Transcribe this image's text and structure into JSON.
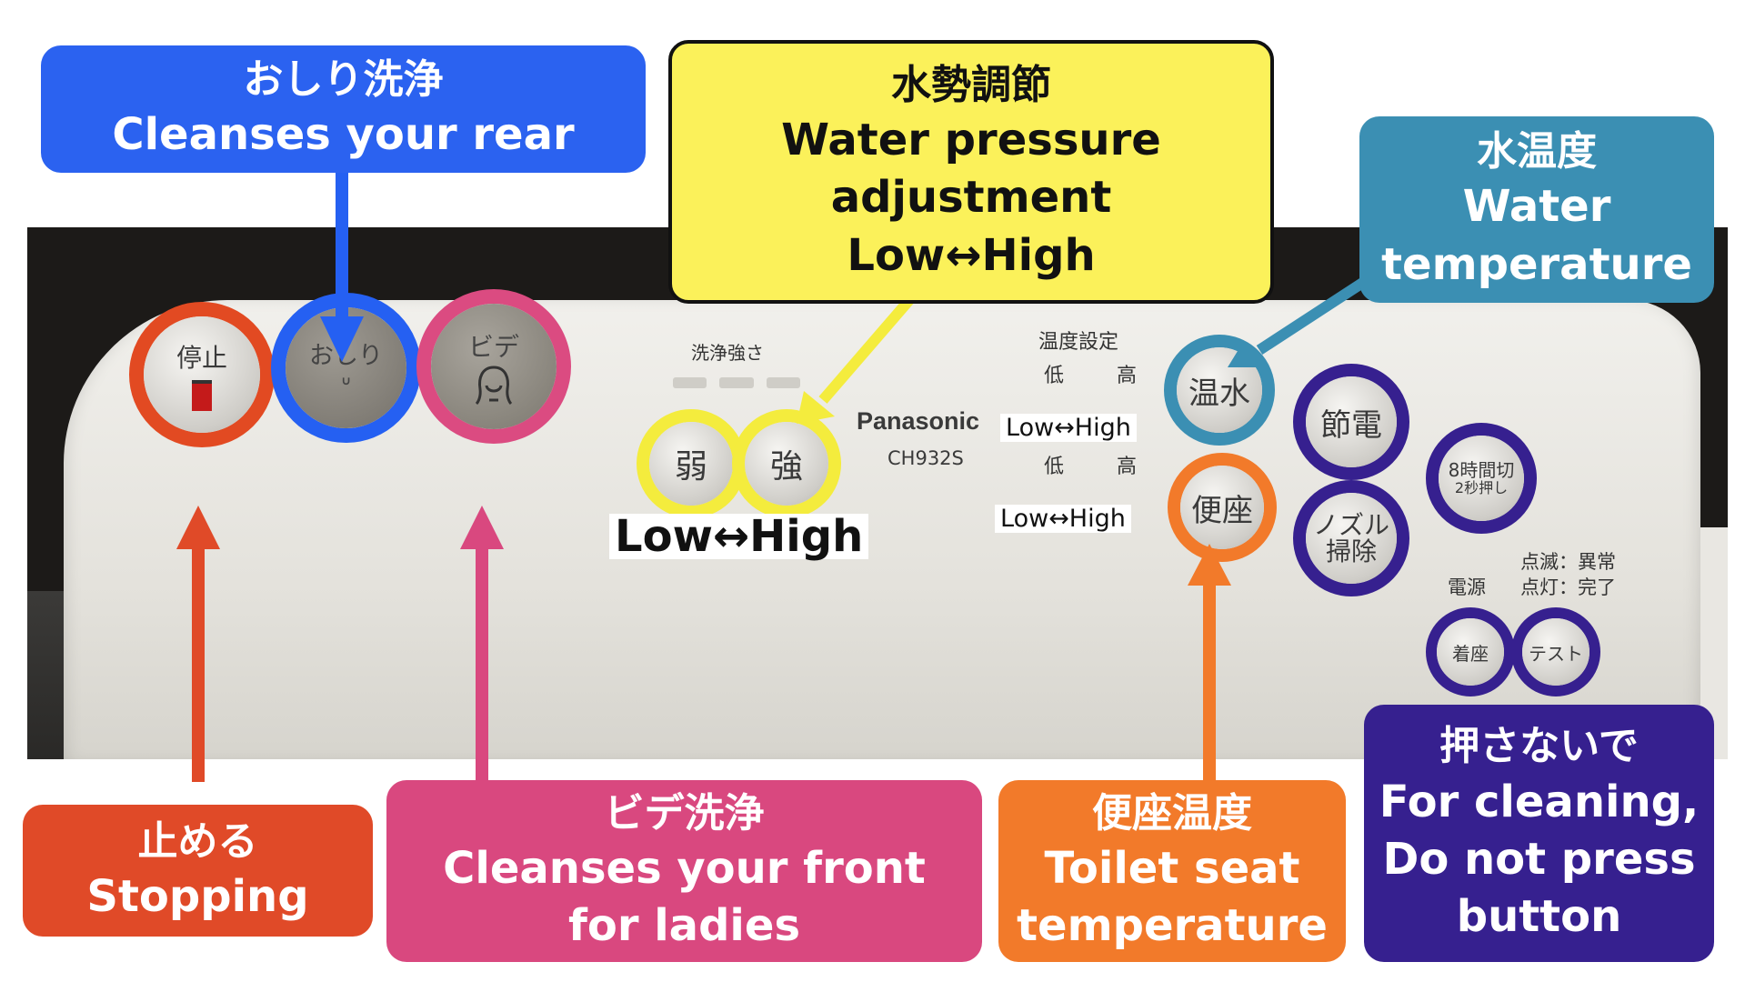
{
  "labels": {
    "rear_wash": {
      "jp": "おしり洗浄",
      "en": "Cleanses your rear",
      "color": "#2b62f0"
    },
    "water_pressure": {
      "jp": "水勢調節",
      "en1": "Water pressure",
      "en2": "adjustment",
      "en3": "Low↔High",
      "color": "#fbf15a"
    },
    "water_temp": {
      "jp": "水温度",
      "en1": "Water",
      "en2": "temperature",
      "color": "#3b8fb3"
    },
    "stop": {
      "jp": "止める",
      "en": "Stopping",
      "color": "#e04a28"
    },
    "bidet": {
      "jp": "ビデ洗浄",
      "en1": "Cleanses your front",
      "en2": "for ladies",
      "color": "#d9487f"
    },
    "seat_temp": {
      "jp": "便座温度",
      "en1": "Toilet seat",
      "en2": "temperature",
      "color": "#f27a2a"
    },
    "do_not_press": {
      "jp": "押さないで",
      "en1": "For cleaning,",
      "en2": "Do not press",
      "en3": "button",
      "color": "#36208f"
    }
  },
  "panel": {
    "brand": "Panasonic",
    "model": "CH932S",
    "wash_strength": "洗浄強さ",
    "temp_setting": "温度設定",
    "low": "低",
    "high": "高",
    "low_high": "Low↔High",
    "buttons": {
      "stop": "停止",
      "rear": "おしり",
      "bidet": "ビデ",
      "weak": "弱",
      "strong": "強",
      "warm_water": "温水",
      "seat": "便座",
      "power_save": "節電",
      "nozzle_1": "ノズル",
      "nozzle_2": "掃除",
      "eight_hours_1": "8時間切",
      "eight_hours_2": "2秒押し",
      "seat_small": "着座",
      "test": "テスト"
    },
    "indicator_blink": "点滅：異常",
    "indicator_on": "点灯：完了",
    "power": "電源"
  }
}
